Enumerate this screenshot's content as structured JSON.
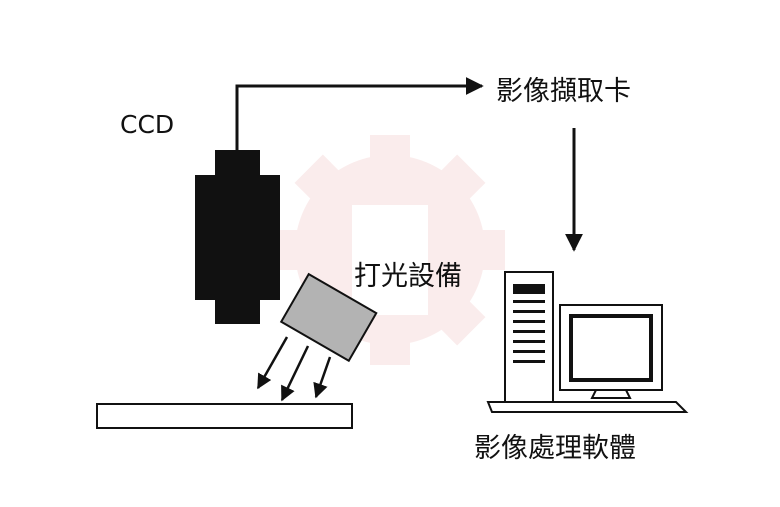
{
  "labels": {
    "ccd": "CCD",
    "capture_card": "影像擷取卡",
    "lighting": "打光設備",
    "software": "影像處理軟體"
  },
  "colors": {
    "background": "#ffffff",
    "ink": "#111111",
    "lamp_fill": "#b3b3b3",
    "watermark": "#f7dede"
  },
  "icons": {
    "watermark": "gear-icon",
    "computer": "desktop-computer-icon",
    "camera": "ccd-camera-icon",
    "lamp": "lamp-icon"
  }
}
